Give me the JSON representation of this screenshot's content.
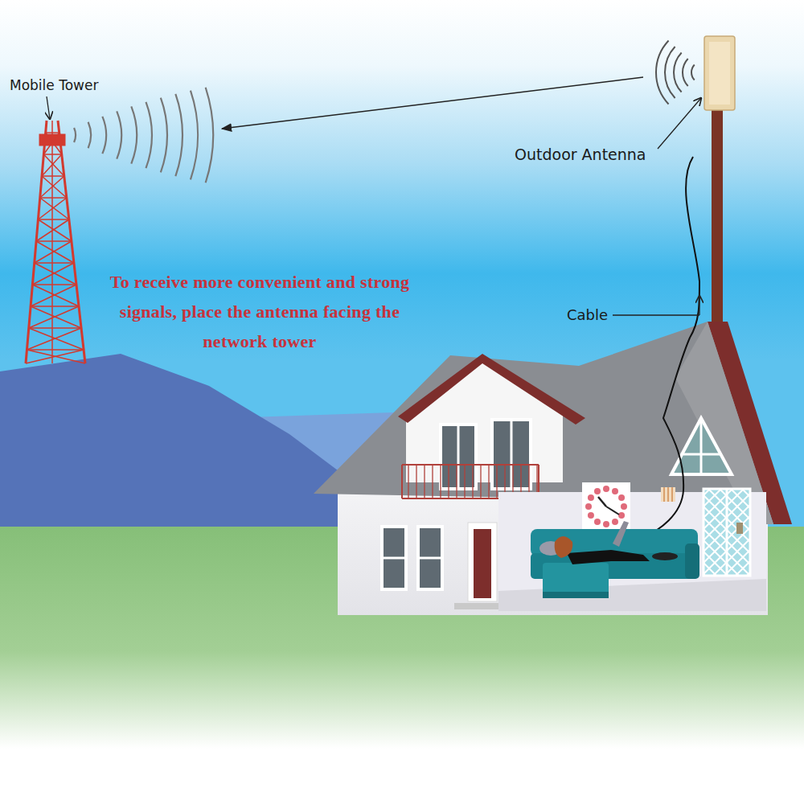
{
  "diagram": {
    "labels": [
      "Mobile Tower",
      "To receive more convenient and strong signals, place the antenna facing the network tower",
      "Outdoor Antenna",
      "Cable"
    ]
  }
}
